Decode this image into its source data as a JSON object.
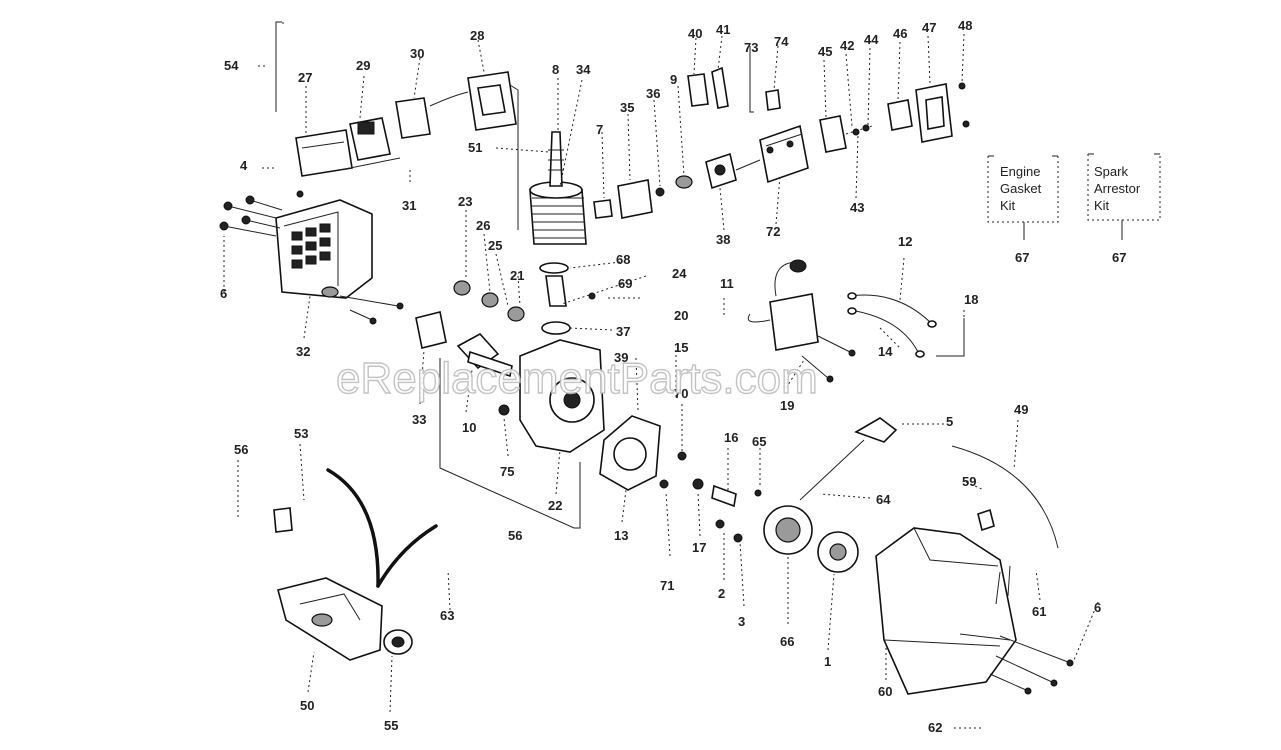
{
  "labels": [
    "54",
    "27",
    "29",
    "30",
    "28",
    "8",
    "34",
    "40",
    "41",
    "73",
    "74",
    "45",
    "42",
    "44",
    "46",
    "47",
    "48",
    "51",
    "7",
    "35",
    "36",
    "9",
    "4",
    "31",
    "38",
    "72",
    "43",
    "23",
    "26",
    "25",
    "21",
    "68",
    "69",
    "24",
    "20",
    "37",
    "6",
    "32",
    "33",
    "10",
    "39",
    "15",
    "11",
    "12",
    "18",
    "14",
    "19",
    "70",
    "75",
    "22",
    "56",
    "53",
    "56",
    "13",
    "16",
    "65",
    "64",
    "5",
    "49",
    "59",
    "17",
    "2",
    "3",
    "66",
    "1",
    "63",
    "71",
    "61",
    "6",
    "50",
    "55",
    "60",
    "62"
  ],
  "kits": [
    {
      "lines": [
        "Engine",
        "Gasket",
        "Kit"
      ],
      "number": "67"
    },
    {
      "lines": [
        "Spark",
        "Arrestor",
        "Kit"
      ],
      "number": "67"
    }
  ],
  "watermark": "eReplacementParts.com"
}
